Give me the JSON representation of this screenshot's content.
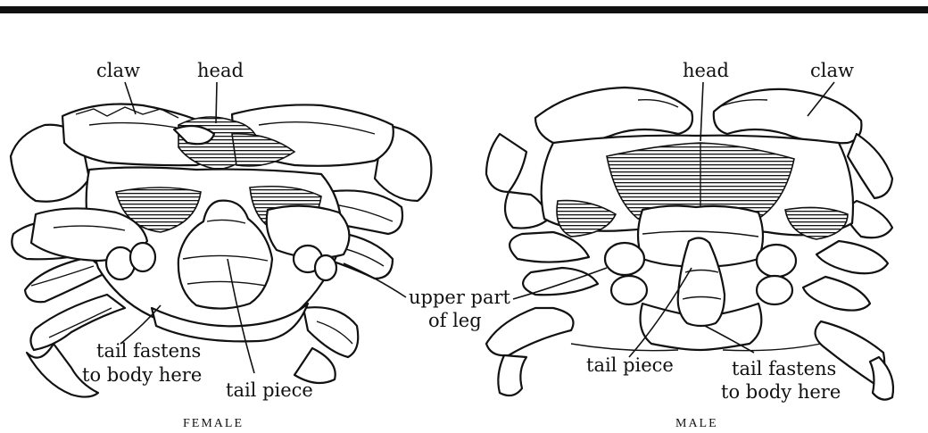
{
  "colors": {
    "ink": "#111111",
    "background": "#ffffff"
  },
  "female": {
    "caption": "FEMALE",
    "labels": {
      "claw": "claw",
      "head": "head",
      "upper_leg_1": "upper part",
      "upper_leg_2": "of leg",
      "tail_fastens_1": "tail fastens",
      "tail_fastens_2": "to body here",
      "tail_piece": "tail piece"
    }
  },
  "male": {
    "caption": "MALE",
    "labels": {
      "head": "head",
      "claw": "claw",
      "tail_piece": "tail piece",
      "tail_fastens_1": "tail fastens",
      "tail_fastens_2": "to body here"
    }
  }
}
